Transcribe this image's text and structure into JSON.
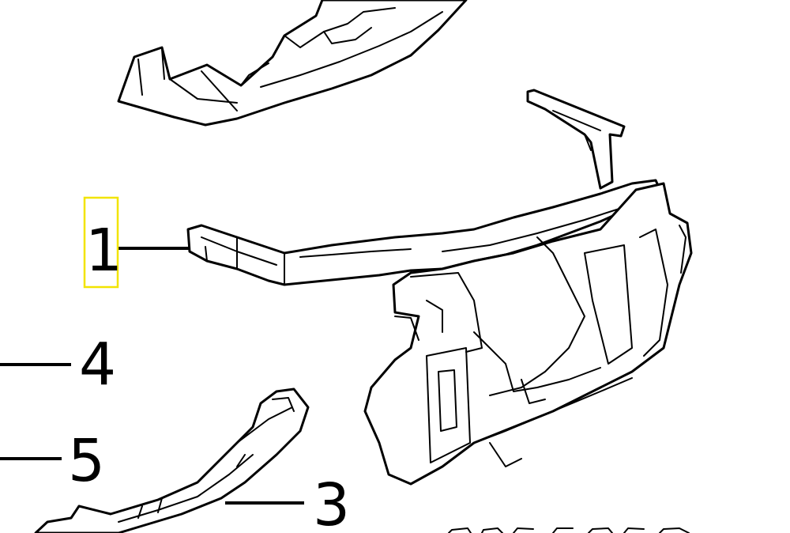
{
  "callouts": {
    "c1": "1",
    "c3": "3",
    "c4": "4",
    "c5": "5"
  },
  "highlight": {
    "color": "#f2e400",
    "target": "1"
  },
  "reference_number": "   "
}
